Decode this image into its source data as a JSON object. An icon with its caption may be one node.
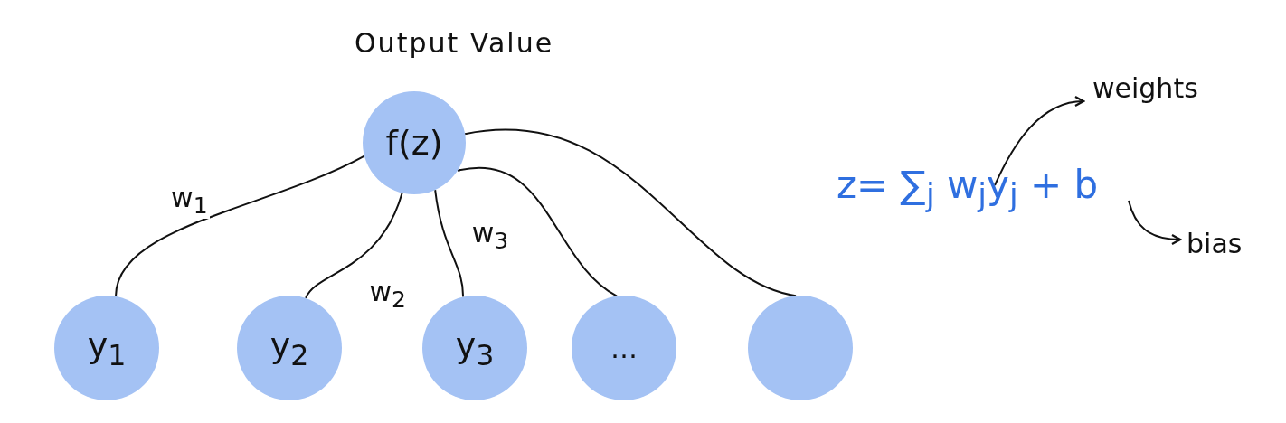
{
  "diagram": {
    "nodes": [
      {
        "text": [
          "f(z)"
        ],
        "beside": [
          "Output Value"
        ]
      },
      {
        "text": [
          "y$_{1}$"
        ]
      },
      {
        "text": [
          "y$_{2}$"
        ]
      },
      {
        "text": [
          "y$_{3}$"
        ]
      },
      {
        "text": [
          "…"
        ]
      },
      {
        "text": [],
        "shape": "circle"
      },
      {
        "text": [
          "z= ∑$_{j}$ w$_{j}$y$_{j}$ + b"
        ]
      },
      {
        "text": [
          "weights"
        ]
      },
      {
        "text": [
          "bias"
        ]
      }
    ],
    "edges": [
      {
        "from": 0,
        "to": 1,
        "arrow": "none",
        "label": "w$_{1}$"
      },
      {
        "from": 0,
        "to": 2,
        "arrow": "none",
        "label": "w$_{2}$"
      },
      {
        "from": 0,
        "to": 3,
        "arrow": "none",
        "label": "w$_{3}$"
      },
      {
        "from": 0,
        "to": 4,
        "arrow": "none"
      },
      {
        "from": 0,
        "to": 5,
        "arrow": "none"
      },
      {
        "from": 6,
        "to": 7,
        "arrow": "to"
      },
      {
        "from": 6,
        "to": 8,
        "arrow": "to"
      }
    ]
  }
}
